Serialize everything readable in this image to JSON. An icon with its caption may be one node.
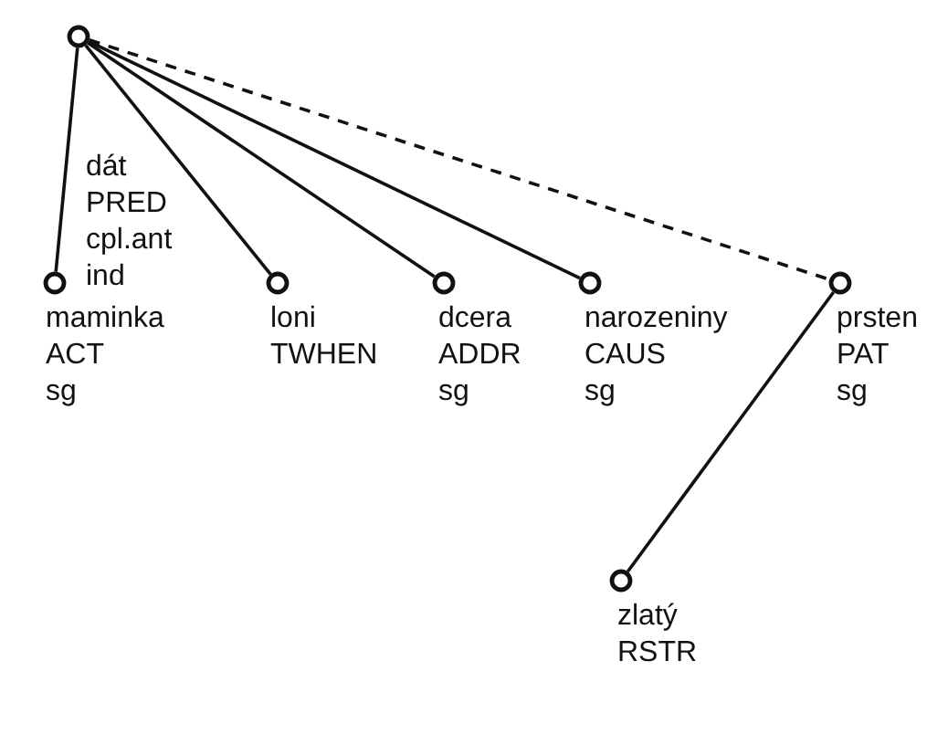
{
  "diagram": {
    "nodes": [
      {
        "text": [],
        "shape": "circle",
        "beside": [
          "dát",
          "PRED",
          "cpl.ant",
          "ind"
        ]
      },
      {
        "text": [
          "maminka",
          "ACT",
          "sg"
        ]
      },
      {
        "text": [
          "loni",
          "TWHEN"
        ]
      },
      {
        "text": [
          "dcera",
          "ADDR",
          "sg"
        ]
      },
      {
        "text": [
          "narozeniny",
          "CAUS",
          "sg"
        ]
      },
      {
        "text": [
          "prsten",
          "PAT",
          "sg"
        ]
      },
      {
        "text": [
          "zlatý",
          "RSTR"
        ]
      }
    ],
    "edges": [
      {
        "from": 0,
        "to": 1,
        "arrow": "none"
      },
      {
        "from": 0,
        "to": 2,
        "arrow": "none"
      },
      {
        "from": 0,
        "to": 3,
        "arrow": "none"
      },
      {
        "from": 0,
        "to": 4,
        "arrow": "none"
      },
      {
        "from": 0,
        "to": 5,
        "arrow": "none",
        "style": "dashed"
      },
      {
        "from": 5,
        "to": 6,
        "arrow": "none"
      }
    ]
  }
}
